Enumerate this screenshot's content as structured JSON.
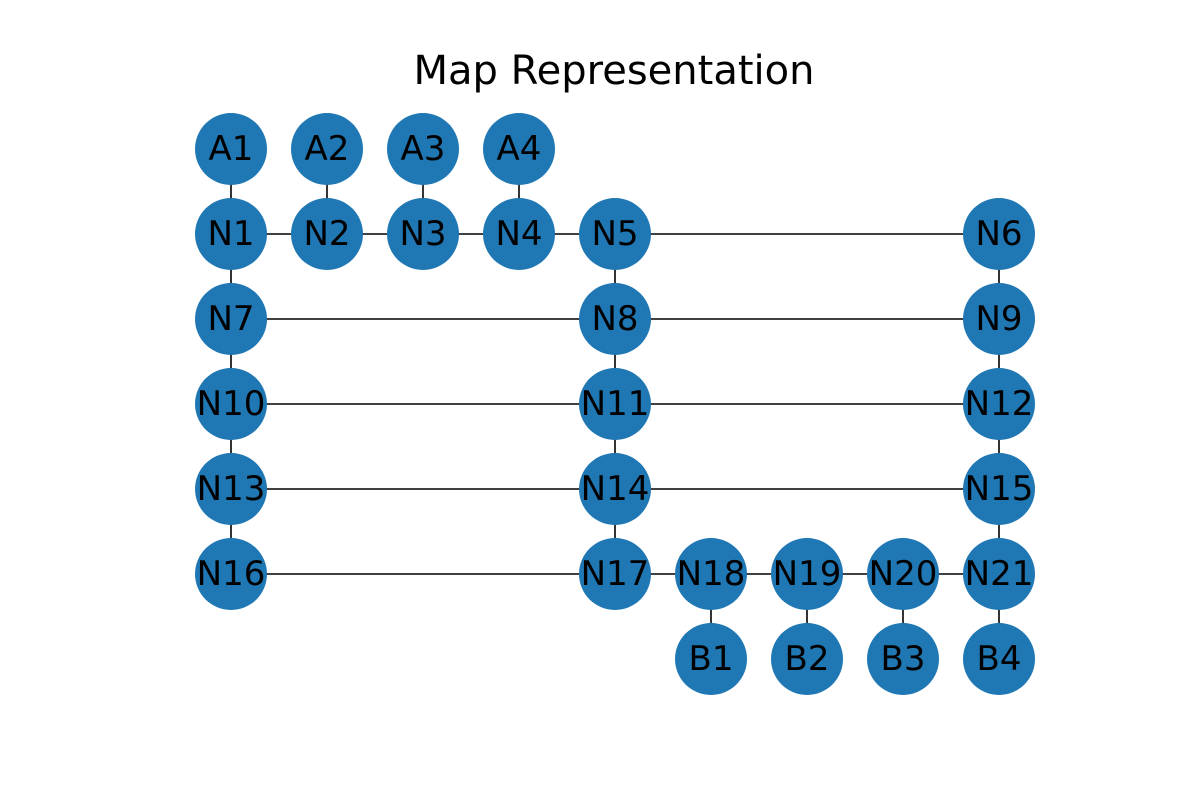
{
  "title": "Map Representation",
  "colors": {
    "node": "#1f77b4",
    "edge": "#000000",
    "label": "#000000"
  },
  "nodes": [
    "A1",
    "A2",
    "A3",
    "A4",
    "N1",
    "N2",
    "N3",
    "N4",
    "N5",
    "N6",
    "N7",
    "N8",
    "N9",
    "N10",
    "N11",
    "N12",
    "N13",
    "N14",
    "N15",
    "N16",
    "N17",
    "N18",
    "N19",
    "N20",
    "N21",
    "B1",
    "B2",
    "B3",
    "B4"
  ],
  "edges": [
    [
      "A1",
      "N1"
    ],
    [
      "A2",
      "N2"
    ],
    [
      "A3",
      "N3"
    ],
    [
      "A4",
      "N4"
    ],
    [
      "N1",
      "N2"
    ],
    [
      "N2",
      "N3"
    ],
    [
      "N3",
      "N4"
    ],
    [
      "N4",
      "N5"
    ],
    [
      "N5",
      "N6"
    ],
    [
      "N1",
      "N7"
    ],
    [
      "N5",
      "N8"
    ],
    [
      "N6",
      "N9"
    ],
    [
      "N7",
      "N8"
    ],
    [
      "N8",
      "N9"
    ],
    [
      "N7",
      "N10"
    ],
    [
      "N8",
      "N11"
    ],
    [
      "N9",
      "N12"
    ],
    [
      "N10",
      "N11"
    ],
    [
      "N11",
      "N12"
    ],
    [
      "N10",
      "N13"
    ],
    [
      "N11",
      "N14"
    ],
    [
      "N12",
      "N15"
    ],
    [
      "N13",
      "N14"
    ],
    [
      "N14",
      "N15"
    ],
    [
      "N13",
      "N16"
    ],
    [
      "N14",
      "N17"
    ],
    [
      "N15",
      "N21"
    ],
    [
      "N16",
      "N17"
    ],
    [
      "N17",
      "N18"
    ],
    [
      "N18",
      "N19"
    ],
    [
      "N19",
      "N20"
    ],
    [
      "N20",
      "N21"
    ],
    [
      "N18",
      "B1"
    ],
    [
      "N19",
      "B2"
    ],
    [
      "N20",
      "B3"
    ],
    [
      "N21",
      "B4"
    ]
  ]
}
